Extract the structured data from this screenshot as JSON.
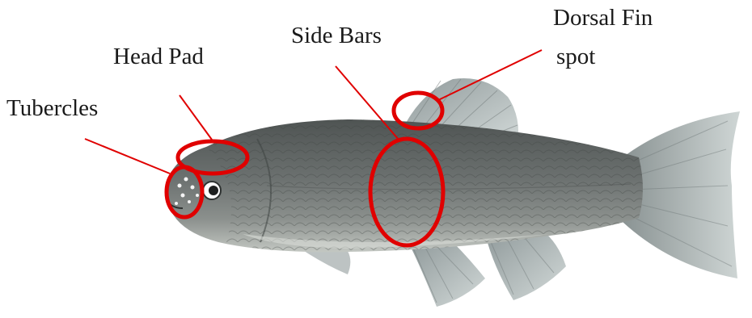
{
  "labels": {
    "tubercles": "Tubercles",
    "head_pad": "Head Pad",
    "side_bars": "Side Bars",
    "dorsal_fin_line1": "Dorsal Fin",
    "dorsal_fin_line2": "spot"
  },
  "colors": {
    "annotation": "#e00000",
    "text": "#1a1a1a",
    "body_dark": "#5a5f5e",
    "body_mid": "#7d8280",
    "belly": "#c8ccc8",
    "fin": "#a9b2b3",
    "fin_edge": "#d8dedd"
  }
}
